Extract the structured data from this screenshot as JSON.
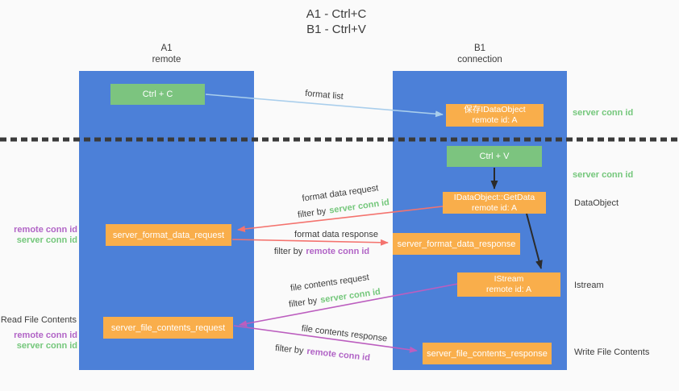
{
  "title": {
    "line1": "A1 - Ctrl+C",
    "line2": "B1 - Ctrl+V"
  },
  "lifelines": {
    "a1": {
      "name": "A1",
      "role": "remote"
    },
    "b1": {
      "name": "B1",
      "role": "connection"
    }
  },
  "nodes": {
    "ctrl_c": "Ctrl + C",
    "ctrl_v": "Ctrl + V",
    "save_dataobject_line1": "保存IDataObject",
    "save_dataobject_line2": "remote id: A",
    "getdata_line1": "IDataObject::GetData",
    "getdata_line2": "remote id: A",
    "istream_line1": "IStream",
    "istream_line2": "remote id: A",
    "server_format_data_request": "server_format_data_request",
    "server_format_data_response": "server_format_data_response",
    "server_file_contents_request": "server_file_contents_request",
    "server_file_contents_response": "server_file_contents_response"
  },
  "arrows": {
    "format_list": "format list",
    "format_data_request": "format data request",
    "format_data_response": "format data response",
    "file_contents_request": "file contents request",
    "file_contents_response": "file contents response",
    "filter_by": "filter by",
    "server_conn_id": "server conn id",
    "remote_conn_id": "remote conn id"
  },
  "annotations": {
    "right_top_server_conn_id": "server conn id",
    "right_mid_server_conn_id": "server conn id",
    "dataobject": "DataObject",
    "istream": "Istream",
    "write_file_contents": "Write File Contents",
    "read_file_contents": "Read File Contents",
    "left_top_remote_conn_id": "remote conn id",
    "left_top_server_conn_id": "server conn id",
    "left_bottom_remote_conn_id": "remote conn id",
    "left_bottom_server_conn_id": "server conn id"
  },
  "colors": {
    "background": "#FAFAFA",
    "lifeline-blue": "#4C80D8",
    "action-green": "#7CC47F",
    "object-orange": "#F9AE4B",
    "green-text": "#74C77B",
    "purple-text": "#B164C6",
    "red-arrow": "#F4736E",
    "purple-arrow": "#BC5EBF",
    "lightblue-arrow": "#A9CEEC",
    "dark-text": "#3C3C3C",
    "black-arrow": "#2B2B2B"
  }
}
